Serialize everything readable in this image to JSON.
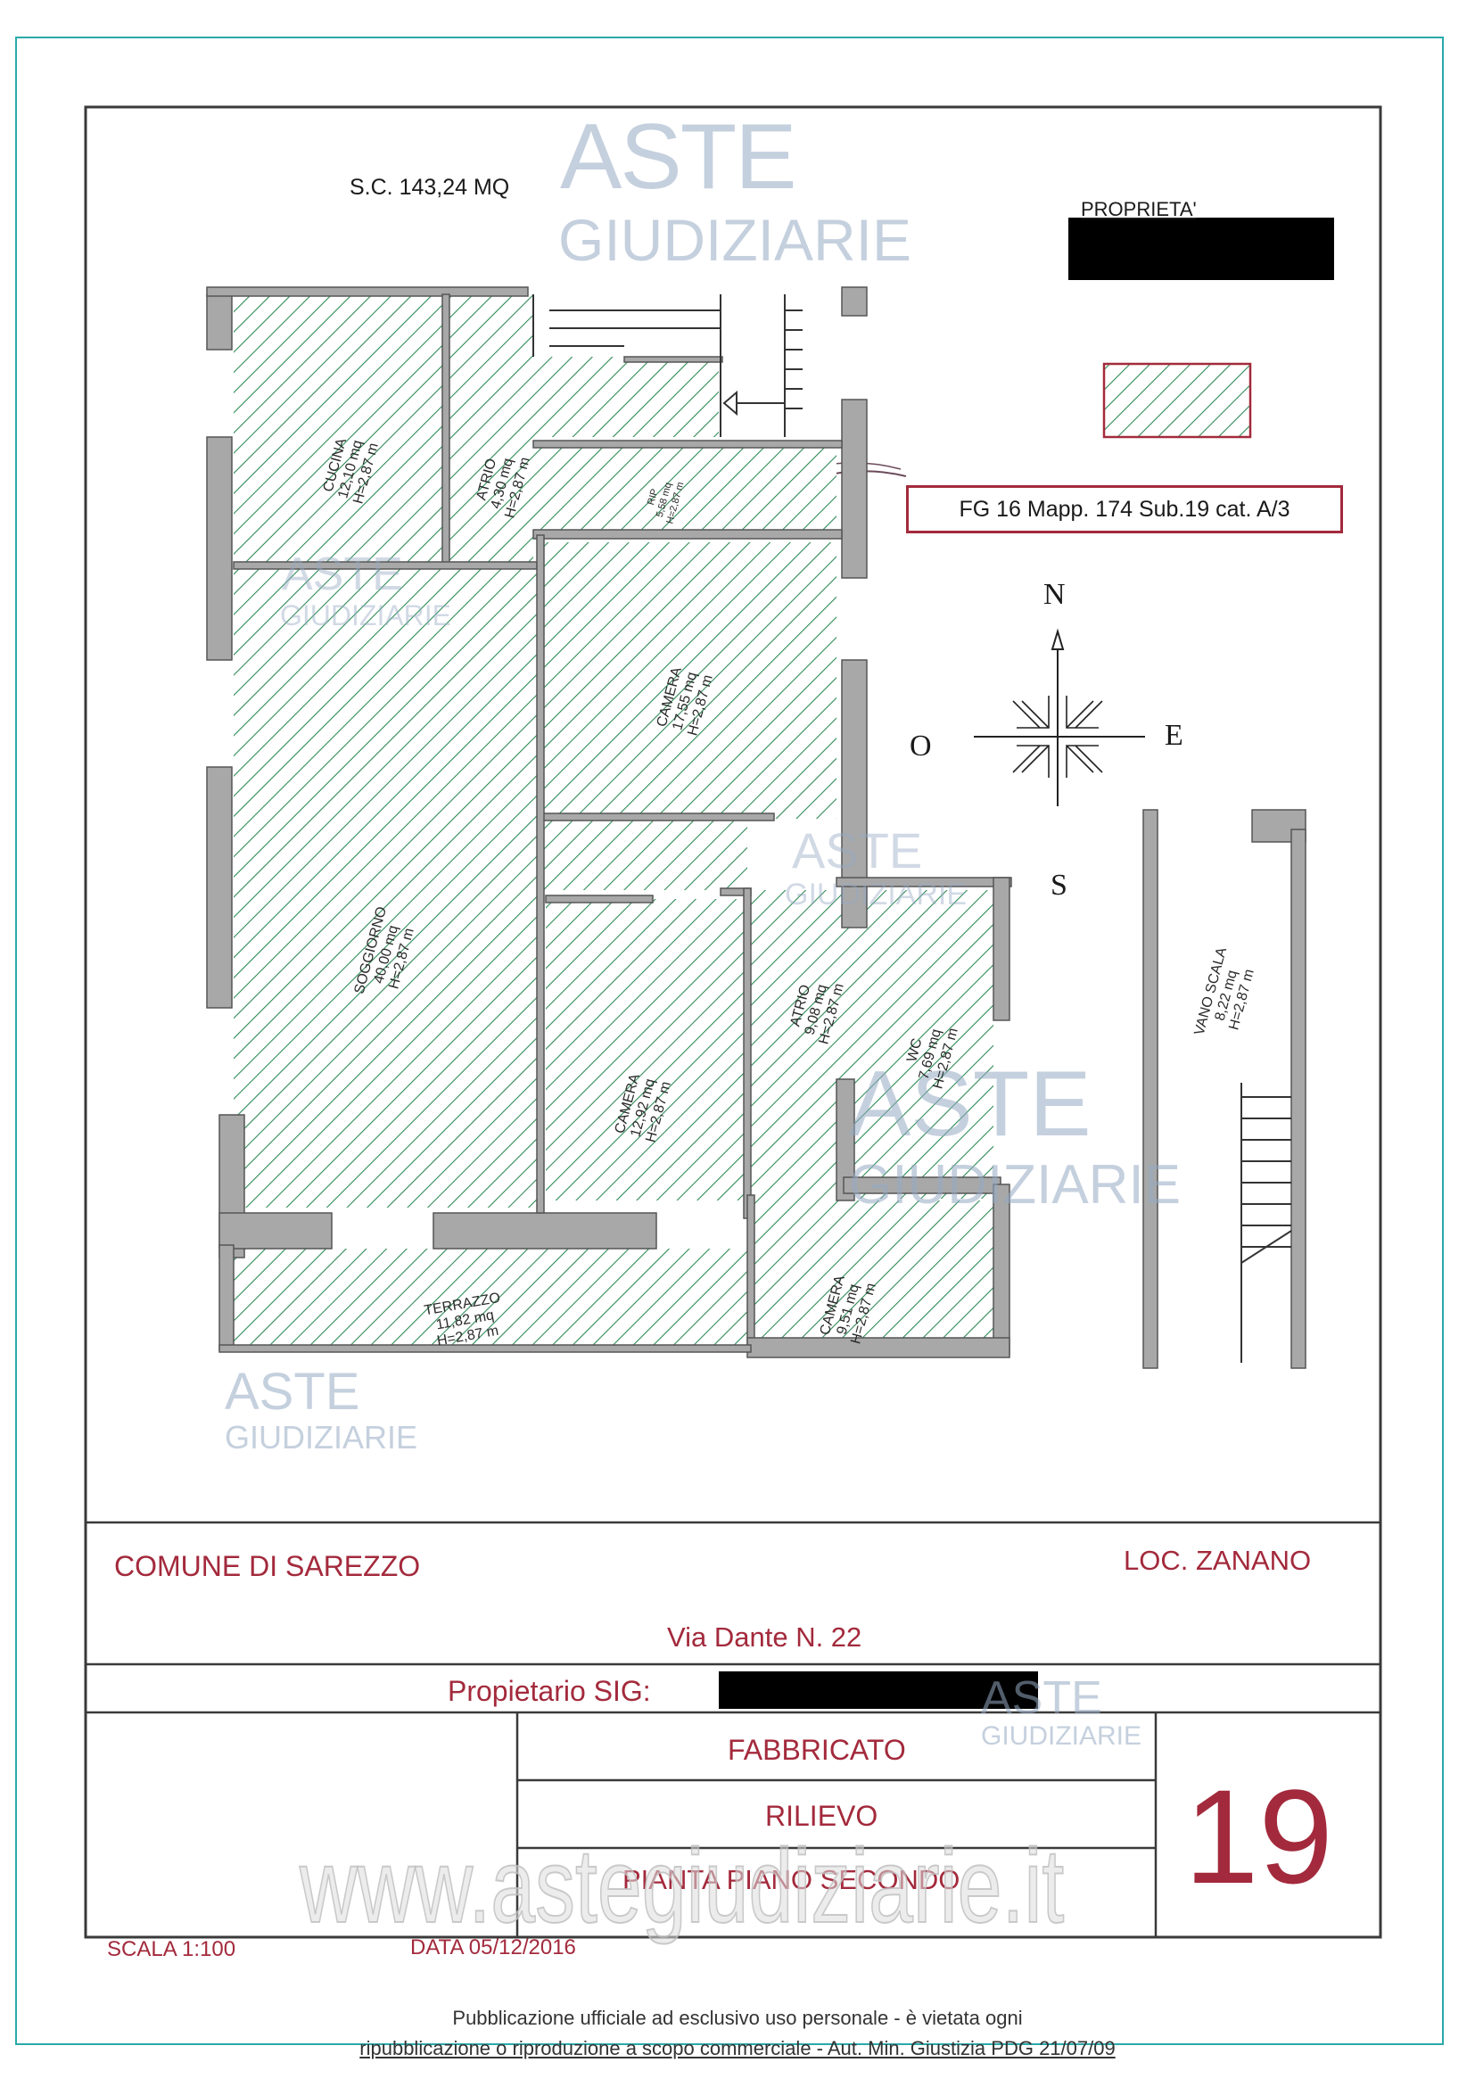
{
  "header": {
    "surface": "S.C. 143,24 MQ",
    "owner_label": "PROPRIETA'"
  },
  "cadastral_box": "FG 16 Mapp. 174 Sub.19  cat. A/3",
  "compass": {
    "n": "N",
    "s": "S",
    "e": "E",
    "o": "O"
  },
  "rooms": [
    {
      "name": "CUCINA",
      "area": "12,10 mq",
      "height": "H=2,87 m"
    },
    {
      "name": "ATRIO",
      "area": "4,30 mq",
      "height": "H=2,87 m"
    },
    {
      "name": "RIP",
      "area": "5,58 mq",
      "height": "H=2,87 m"
    },
    {
      "name": "CAMERA",
      "area": "17,55 mq",
      "height": "H=2,87 m"
    },
    {
      "name": "SOGGIORNO",
      "area": "40,00 mq",
      "height": "H=2,87 m"
    },
    {
      "name": "ATRIO",
      "area": "9,08 mq",
      "height": "H=2,87 m"
    },
    {
      "name": "CAMERA",
      "area": "12,92 mq",
      "height": "H=2,87 m"
    },
    {
      "name": "WC",
      "area": "7,69 mq",
      "height": "H=2,87 m"
    },
    {
      "name": "CAMERA",
      "area": "9,51 mq",
      "height": "H=2,87 m"
    },
    {
      "name": "TERRAZZO",
      "area": "11,82 mq",
      "height": "H=2,87 m"
    },
    {
      "name": "VANO SCALA",
      "area": "8,22 mq",
      "height": "H=2,87 m"
    }
  ],
  "title_block": {
    "comune": "COMUNE DI SAREZZO",
    "localita": "LOC. ZANANO",
    "address": "Via Dante N. 22",
    "owner": "Propietario   SIG:",
    "fabbricato": "FABBRICATO",
    "rilievo": "RILIEVO",
    "pianta": "PIANTA PIANO  SECONDO",
    "scale": "SCALA 1:100",
    "date": "DATA 05/12/2016",
    "sheet_number": "19"
  },
  "watermark": {
    "aste": "ASTE",
    "giudiziarie": "GIUDIZIARIE",
    "site": "www.astegiudiziarie.it"
  },
  "footer": {
    "line1": "Pubblicazione ufficiale ad esclusivo uso personale - è vietata ogni",
    "line2": "ripubblicazione o riproduzione a scopo commerciale - Aut. Min. Giustizia PDG 21/07/09"
  },
  "colors": {
    "frame": "#3a3a3a",
    "hatch": "#2e8b57",
    "wall": "#9a9a9a",
    "accent": "#a32a3c"
  }
}
